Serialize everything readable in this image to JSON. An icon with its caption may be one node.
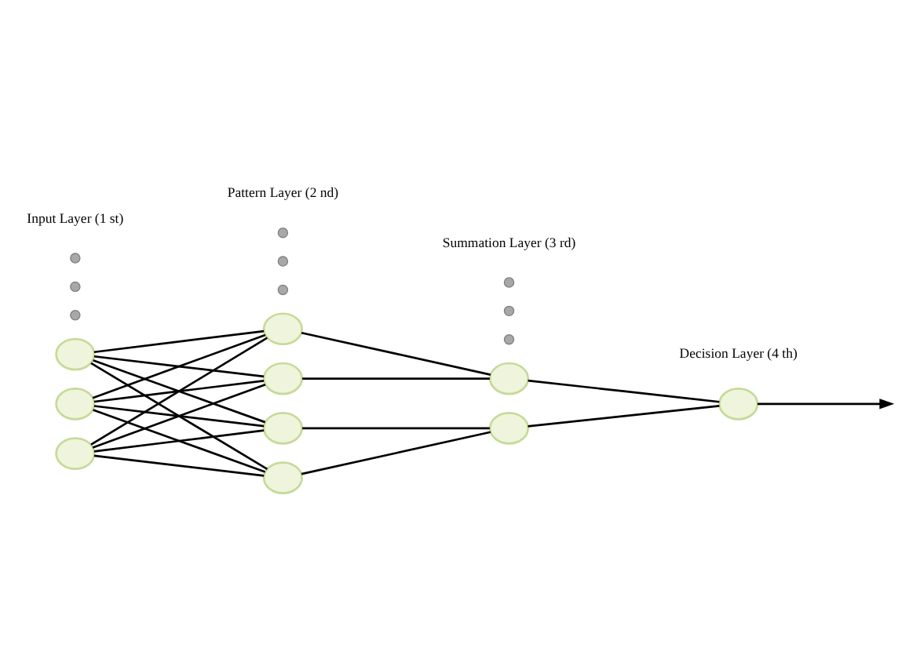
{
  "diagram": {
    "nodes": [
      {
        "text": [],
        "shape": "circle"
      },
      {
        "text": [],
        "shape": "circle"
      },
      {
        "text": [],
        "shape": "circle"
      },
      {
        "text": [],
        "shape": "circle"
      },
      {
        "text": [],
        "shape": "circle"
      },
      {
        "text": [],
        "shape": "circle"
      },
      {
        "text": [],
        "shape": "circle"
      },
      {
        "text": [],
        "shape": "circle"
      },
      {
        "text": [],
        "shape": "circle"
      },
      {
        "text": [],
        "shape": "circle"
      }
    ],
    "edges": [
      {
        "from": 0,
        "to": 3,
        "arrow": "none"
      },
      {
        "from": 0,
        "to": 4,
        "arrow": "none"
      },
      {
        "from": 0,
        "to": 5,
        "arrow": "none"
      },
      {
        "from": 0,
        "to": 6,
        "arrow": "none"
      },
      {
        "from": 1,
        "to": 3,
        "arrow": "none"
      },
      {
        "from": 1,
        "to": 4,
        "arrow": "none"
      },
      {
        "from": 1,
        "to": 5,
        "arrow": "none"
      },
      {
        "from": 1,
        "to": 6,
        "arrow": "none"
      },
      {
        "from": 2,
        "to": 3,
        "arrow": "none"
      },
      {
        "from": 2,
        "to": 4,
        "arrow": "none"
      },
      {
        "from": 2,
        "to": 5,
        "arrow": "none"
      },
      {
        "from": 2,
        "to": 6,
        "arrow": "none"
      },
      {
        "from": 3,
        "to": 7,
        "arrow": "none"
      },
      {
        "from": 4,
        "to": 7,
        "arrow": "none"
      },
      {
        "from": 5,
        "to": 8,
        "arrow": "none"
      },
      {
        "from": 6,
        "to": 8,
        "arrow": "none"
      },
      {
        "from": 7,
        "to": 9,
        "arrow": "none"
      },
      {
        "from": 8,
        "to": 9,
        "arrow": "none"
      },
      {
        "from": 9,
        "to": null,
        "arrow": "to"
      }
    ],
    "labels": [
      "Input Layer (1 st)",
      "Pattern Layer (2 nd)",
      "Summation Layer (3 rd)",
      "Decision Layer (4 th)"
    ]
  }
}
